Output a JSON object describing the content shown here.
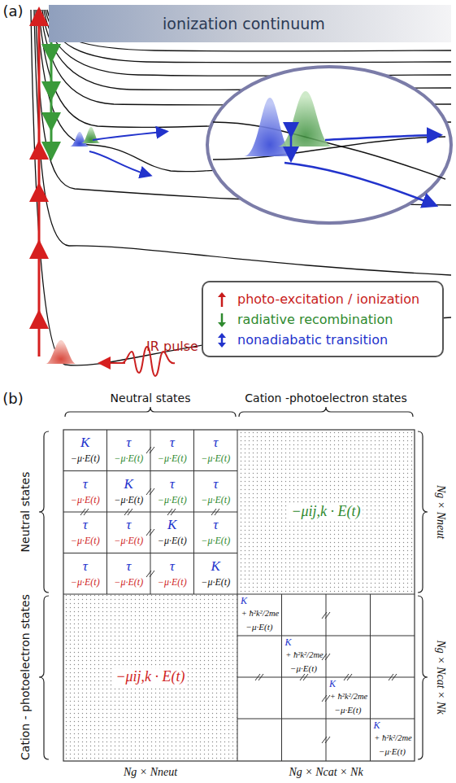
{
  "diagram": {
    "nodes": [
      {
        "text": [
          "ionization continuum"
        ]
      }
    ],
    "labels": [
      "(a)",
      "IR pulse",
      "(b)",
      "Neutral states",
      "Cation -photoelectron states",
      "Neutral states",
      "Cation - photoelectron states",
      "Ng × Nneut",
      "Ng × Ncat × Nk",
      "Ng × Nneut",
      "Ng × Ncat × Nk",
      "−μij,k · E(t)",
      "−μij,k · E(t)",
      "K",
      "−μ·E(t)",
      "τ",
      "−μ·E(t)",
      "τ",
      "−μ·E(t)",
      "τ",
      "−μ·E(t)",
      "τ",
      "−μ·E(t)",
      "K",
      "−μ·E(t)",
      "τ",
      "−μ·E(t)",
      "τ",
      "−μ·E(t)",
      "τ",
      "−μ·E(t)",
      "τ",
      "−μ·E(t)",
      "K",
      "−μ·E(t)",
      "τ",
      "−μ·E(t)",
      "τ",
      "−μ·E(t)",
      "τ",
      "−μ·E(t)",
      "τ",
      "−μ·E(t)",
      "K",
      "−μ·E(t)",
      "K",
      "+ ħ²k²/2me",
      "−μ·E(t)",
      "K",
      "+ ħ²k²/2me",
      "−μ·E(t)",
      "K",
      "+ ħ²k²/2me",
      "−μ·E(t)",
      "K",
      "+ ħ²k²/2me",
      "−μ·E(t)"
    ],
    "legend": [
      {
        "text": "photo-excitation / ionization"
      },
      {
        "text": "radiative recombination"
      },
      {
        "text": "nonadiabatic transition"
      }
    ]
  }
}
